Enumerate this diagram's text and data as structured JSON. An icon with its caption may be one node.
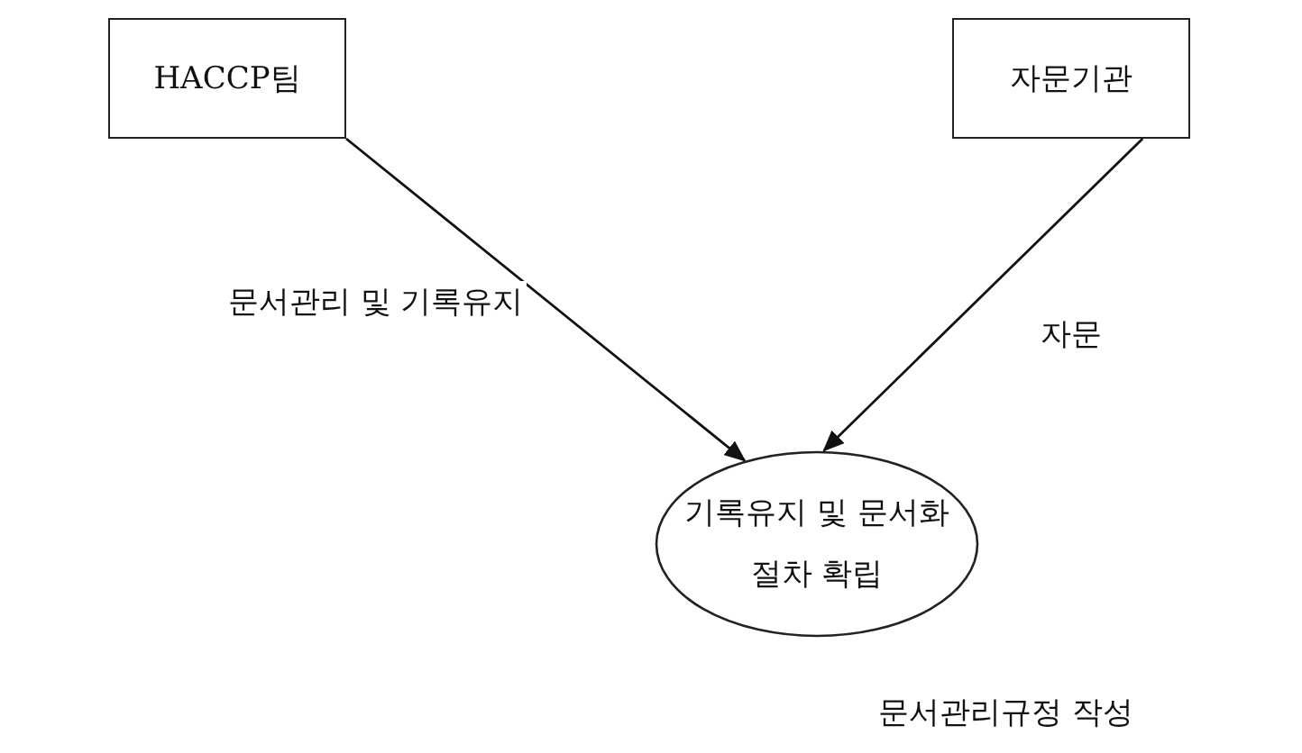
{
  "diagram": {
    "nodes": [
      {
        "text": [
          "HACCP팀"
        ]
      },
      {
        "text": [
          "자문기관"
        ]
      },
      {
        "text": [
          "기록유지 및 문서화 절차 확립"
        ],
        "beside": [
          "문서관리규정 작성"
        ]
      }
    ],
    "edges": [
      {
        "from": 0,
        "to": 2,
        "arrow": "to",
        "label": "문서관리 및 기록유지"
      },
      {
        "from": 1,
        "to": 2,
        "arrow": "to",
        "label": "자문"
      }
    ]
  }
}
